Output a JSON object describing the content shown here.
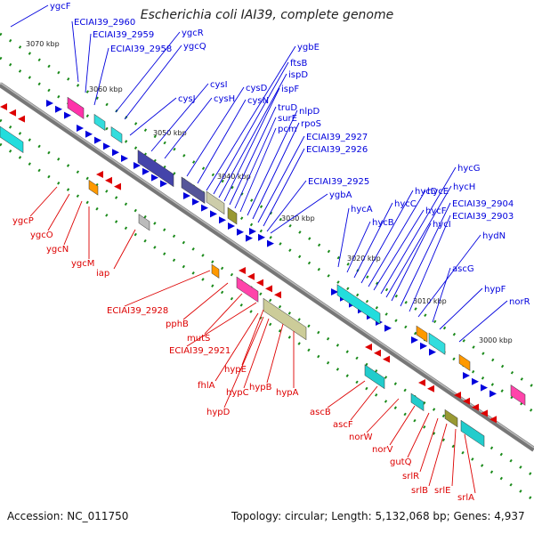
{
  "title": "Escherichia coli IAI39, complete genome",
  "footer": {
    "accession": "Accession: NC_011750",
    "summary": "Topology: circular; Length: 5,132,068 bp; Genes: 4,937"
  },
  "colors": {
    "top_strand": "#0000dd",
    "bottom_strand": "#dd0000",
    "backbone": "#777777",
    "dots": "#1a8a1a"
  },
  "scale": {
    "ticks": [
      "3070 kbp",
      "3060 kbp",
      "3050 kbp",
      "3040 kbp",
      "3030 kbp",
      "3020 kbp",
      "3010 kbp",
      "3000 kbp"
    ]
  },
  "genes_top": [
    "ygcF",
    "ECIAI39_2960",
    "ECIAI39_2959",
    "ECIAI39_2958",
    "ygcR",
    "ygcQ",
    "cysJ",
    "cysI",
    "cysH",
    "cysD",
    "cysN",
    "ygbE",
    "ftsB",
    "ispD",
    "ispF",
    "truD",
    "surE",
    "pcm",
    "nlpD",
    "rpoS",
    "ECIAI39_2927",
    "ECIAI39_2926",
    "ECIAI39_2925",
    "ygbA",
    "hycA",
    "hycB",
    "hycC",
    "hycD",
    "hycE",
    "hycF",
    "hycG",
    "hycH",
    "hycI",
    "ECIAI39_2904",
    "ECIAI39_2903",
    "hydN",
    "ascG",
    "hypF",
    "norR"
  ],
  "genes_bottom": [
    "ygcP",
    "ygcO",
    "ygcN",
    "ygcM",
    "iap",
    "ECIAI39_2928",
    "pphB",
    "mutS",
    "ECIAI39_2921",
    "hypE",
    "fhlA",
    "hypC",
    "hypB",
    "hypA",
    "hypD",
    "ascB",
    "ascF",
    "norW",
    "norV",
    "gutQ",
    "srlR",
    "srlB",
    "srlE",
    "srlA"
  ]
}
